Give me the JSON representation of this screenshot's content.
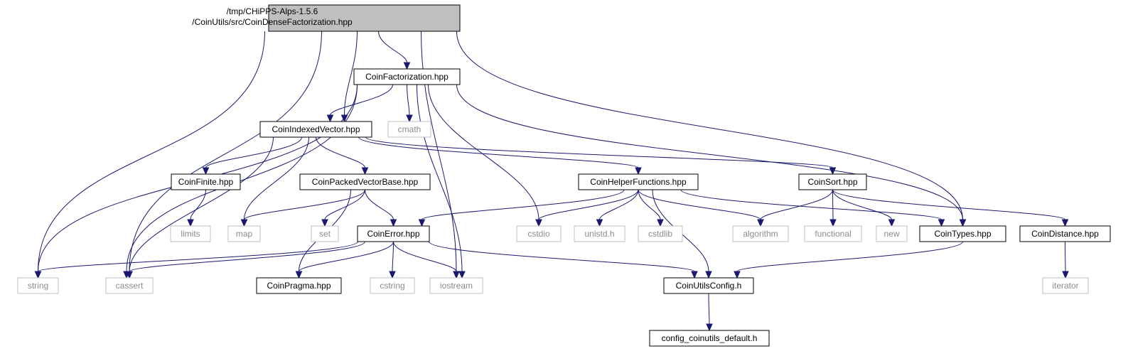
{
  "colors": {
    "root_fill": "#bfbfbf",
    "node_fill": "#ffffff",
    "documented_border": "#000000",
    "external_border": "#bfbfbf",
    "external_text": "#8c8c8c",
    "text": "#000000",
    "edge": "#191970"
  },
  "nodes": [
    {
      "id": "root",
      "lines": [
        "/tmp/CHiPPS-Alps-1.5.6",
        "/CoinUtils/src/CoinDenseFactorization.hpp"
      ],
      "kind": "root"
    },
    {
      "id": "CoinFactorization",
      "lines": [
        "CoinFactorization.hpp"
      ],
      "kind": "documented"
    },
    {
      "id": "CoinIndexedVector",
      "lines": [
        "CoinIndexedVector.hpp"
      ],
      "kind": "documented"
    },
    {
      "id": "cmath",
      "lines": [
        "cmath"
      ],
      "kind": "external"
    },
    {
      "id": "CoinFinite",
      "lines": [
        "CoinFinite.hpp"
      ],
      "kind": "documented"
    },
    {
      "id": "CoinPackedVectorBase",
      "lines": [
        "CoinPackedVectorBase.hpp"
      ],
      "kind": "documented"
    },
    {
      "id": "CoinHelperFunctions",
      "lines": [
        "CoinHelperFunctions.hpp"
      ],
      "kind": "documented"
    },
    {
      "id": "CoinSort",
      "lines": [
        "CoinSort.hpp"
      ],
      "kind": "documented"
    },
    {
      "id": "limits",
      "lines": [
        "limits"
      ],
      "kind": "external"
    },
    {
      "id": "map",
      "lines": [
        "map"
      ],
      "kind": "external"
    },
    {
      "id": "set",
      "lines": [
        "set"
      ],
      "kind": "external"
    },
    {
      "id": "CoinError",
      "lines": [
        "CoinError.hpp"
      ],
      "kind": "documented"
    },
    {
      "id": "cstdio",
      "lines": [
        "cstdio"
      ],
      "kind": "external"
    },
    {
      "id": "unistd",
      "lines": [
        "unistd.h"
      ],
      "kind": "external"
    },
    {
      "id": "cstdlib",
      "lines": [
        "cstdlib"
      ],
      "kind": "external"
    },
    {
      "id": "algorithm",
      "lines": [
        "algorithm"
      ],
      "kind": "external"
    },
    {
      "id": "functional",
      "lines": [
        "functional"
      ],
      "kind": "external"
    },
    {
      "id": "new",
      "lines": [
        "new"
      ],
      "kind": "external"
    },
    {
      "id": "CoinTypes",
      "lines": [
        "CoinTypes.hpp"
      ],
      "kind": "documented"
    },
    {
      "id": "CoinDistance",
      "lines": [
        "CoinDistance.hpp"
      ],
      "kind": "documented"
    },
    {
      "id": "string",
      "lines": [
        "string"
      ],
      "kind": "external"
    },
    {
      "id": "cassert",
      "lines": [
        "cassert"
      ],
      "kind": "external"
    },
    {
      "id": "CoinPragma",
      "lines": [
        "CoinPragma.hpp"
      ],
      "kind": "documented"
    },
    {
      "id": "cstring",
      "lines": [
        "cstring"
      ],
      "kind": "external"
    },
    {
      "id": "iostream",
      "lines": [
        "iostream"
      ],
      "kind": "external"
    },
    {
      "id": "CoinUtilsConfig",
      "lines": [
        "CoinUtilsConfig.h"
      ],
      "kind": "documented"
    },
    {
      "id": "iterator",
      "lines": [
        "iterator"
      ],
      "kind": "external"
    },
    {
      "id": "config_default",
      "lines": [
        "config_coinutils_default.h"
      ],
      "kind": "documented"
    }
  ],
  "edges": [
    {
      "from": "root",
      "to": "string"
    },
    {
      "from": "root",
      "to": "cassert"
    },
    {
      "from": "root",
      "to": "CoinIndexedVector"
    },
    {
      "from": "root",
      "to": "CoinFactorization"
    },
    {
      "from": "root",
      "to": "iostream"
    },
    {
      "from": "root",
      "to": "CoinTypes"
    },
    {
      "from": "CoinFactorization",
      "to": "string"
    },
    {
      "from": "CoinFactorization",
      "to": "cassert"
    },
    {
      "from": "CoinFactorization",
      "to": "CoinIndexedVector"
    },
    {
      "from": "CoinFactorization",
      "to": "cmath"
    },
    {
      "from": "CoinFactorization",
      "to": "iostream"
    },
    {
      "from": "CoinFactorization",
      "to": "cstdio"
    },
    {
      "from": "CoinFactorization",
      "to": "CoinTypes"
    },
    {
      "from": "CoinIndexedVector",
      "to": "cassert"
    },
    {
      "from": "CoinIndexedVector",
      "to": "CoinFinite"
    },
    {
      "from": "CoinIndexedVector",
      "to": "map"
    },
    {
      "from": "CoinIndexedVector",
      "to": "CoinPackedVectorBase"
    },
    {
      "from": "CoinIndexedVector",
      "to": "CoinHelperFunctions"
    },
    {
      "from": "CoinIndexedVector",
      "to": "CoinSort"
    },
    {
      "from": "CoinFinite",
      "to": "limits"
    },
    {
      "from": "CoinPackedVectorBase",
      "to": "map"
    },
    {
      "from": "CoinPackedVectorBase",
      "to": "CoinPragma"
    },
    {
      "from": "CoinPackedVectorBase",
      "to": "set"
    },
    {
      "from": "CoinPackedVectorBase",
      "to": "CoinError"
    },
    {
      "from": "CoinHelperFunctions",
      "to": "CoinError"
    },
    {
      "from": "CoinHelperFunctions",
      "to": "cstdio"
    },
    {
      "from": "CoinHelperFunctions",
      "to": "unistd"
    },
    {
      "from": "CoinHelperFunctions",
      "to": "cstdlib"
    },
    {
      "from": "CoinHelperFunctions",
      "to": "CoinUtilsConfig"
    },
    {
      "from": "CoinHelperFunctions",
      "to": "algorithm"
    },
    {
      "from": "CoinHelperFunctions",
      "to": "CoinTypes"
    },
    {
      "from": "CoinSort",
      "to": "algorithm"
    },
    {
      "from": "CoinSort",
      "to": "functional"
    },
    {
      "from": "CoinSort",
      "to": "new"
    },
    {
      "from": "CoinSort",
      "to": "CoinDistance"
    },
    {
      "from": "CoinError",
      "to": "string"
    },
    {
      "from": "CoinError",
      "to": "cassert"
    },
    {
      "from": "CoinError",
      "to": "CoinPragma"
    },
    {
      "from": "CoinError",
      "to": "cstring"
    },
    {
      "from": "CoinError",
      "to": "iostream"
    },
    {
      "from": "CoinError",
      "to": "CoinUtilsConfig"
    },
    {
      "from": "CoinTypes",
      "to": "CoinUtilsConfig"
    },
    {
      "from": "CoinDistance",
      "to": "iterator"
    },
    {
      "from": "CoinUtilsConfig",
      "to": "config_default"
    }
  ]
}
